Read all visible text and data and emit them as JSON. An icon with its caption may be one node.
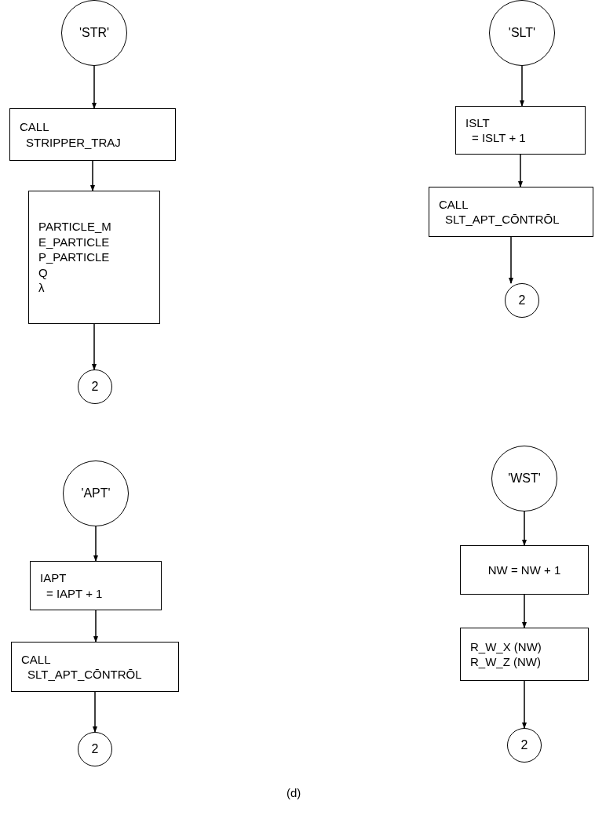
{
  "diagram": {
    "caption": "(d)",
    "nodes": [
      {
        "text": [
          "'STR'"
        ]
      },
      {
        "text": [
          "CALL",
          "STRIPPER_TRAJ"
        ]
      },
      {
        "text": [
          "PARTICLE_M",
          "E_PARTICLE",
          "P_PARTICLE",
          "Q",
          "λ"
        ]
      },
      {
        "text": [
          "2"
        ]
      },
      {
        "text": [
          "'SLT'"
        ]
      },
      {
        "text": [
          "ISLT",
          "= ISLT + 1"
        ]
      },
      {
        "text": [
          "CALL",
          "SLT_APT_CŌNTRŌL"
        ]
      },
      {
        "text": [
          "2"
        ]
      },
      {
        "text": [
          "'APT'"
        ]
      },
      {
        "text": [
          "IAPT",
          "= IAPT + 1"
        ]
      },
      {
        "text": [
          "CALL",
          "SLT_APT_CŌNTRŌL"
        ]
      },
      {
        "text": [
          "2"
        ]
      },
      {
        "text": [
          "'WST'"
        ]
      },
      {
        "text": [
          "NW = NW + 1"
        ]
      },
      {
        "text": [
          "R_W_X (NW)",
          "R_W_Z (NW)"
        ]
      },
      {
        "text": [
          "2"
        ]
      }
    ],
    "edges": [
      {
        "from": 0,
        "to": 1,
        "arrow": "to"
      },
      {
        "from": 1,
        "to": 2,
        "arrow": "to"
      },
      {
        "from": 2,
        "to": 3,
        "arrow": "to"
      },
      {
        "from": 4,
        "to": 5,
        "arrow": "to"
      },
      {
        "from": 5,
        "to": 6,
        "arrow": "to"
      },
      {
        "from": 6,
        "to": 7,
        "arrow": "to"
      },
      {
        "from": 8,
        "to": 9,
        "arrow": "to"
      },
      {
        "from": 9,
        "to": 10,
        "arrow": "to"
      },
      {
        "from": 10,
        "to": 11,
        "arrow": "to"
      },
      {
        "from": 12,
        "to": 13,
        "arrow": "to"
      },
      {
        "from": 13,
        "to": 14,
        "arrow": "to"
      },
      {
        "from": 14,
        "to": 15,
        "arrow": "to"
      }
    ]
  }
}
